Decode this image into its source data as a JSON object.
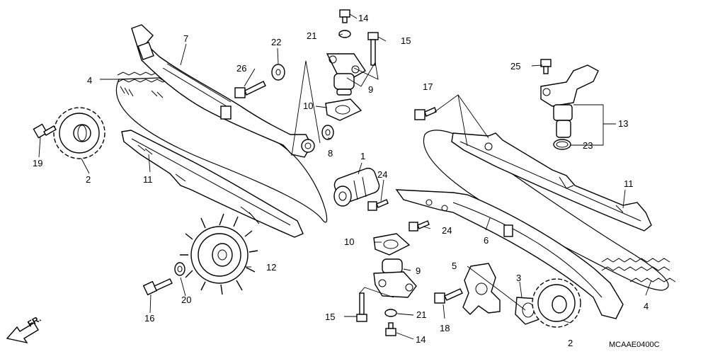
{
  "diagram_code": "MCAAE0400C",
  "direction_label": "FR.",
  "callouts": [
    {
      "id": "c1",
      "label": "1"
    },
    {
      "id": "c2a",
      "label": "2"
    },
    {
      "id": "c2b",
      "label": "2"
    },
    {
      "id": "c3",
      "label": "3"
    },
    {
      "id": "c4a",
      "label": "4"
    },
    {
      "id": "c4b",
      "label": "4"
    },
    {
      "id": "c5",
      "label": "5"
    },
    {
      "id": "c6",
      "label": "6"
    },
    {
      "id": "c7",
      "label": "7"
    },
    {
      "id": "c8",
      "label": "8"
    },
    {
      "id": "c9a",
      "label": "9"
    },
    {
      "id": "c9b",
      "label": "9"
    },
    {
      "id": "c10a",
      "label": "10"
    },
    {
      "id": "c10b",
      "label": "10"
    },
    {
      "id": "c11a",
      "label": "11"
    },
    {
      "id": "c11b",
      "label": "11"
    },
    {
      "id": "c12",
      "label": "12"
    },
    {
      "id": "c13",
      "label": "13"
    },
    {
      "id": "c14a",
      "label": "14"
    },
    {
      "id": "c14b",
      "label": "14"
    },
    {
      "id": "c15a",
      "label": "15"
    },
    {
      "id": "c15b",
      "label": "15"
    },
    {
      "id": "c16",
      "label": "16"
    },
    {
      "id": "c17",
      "label": "17"
    },
    {
      "id": "c18",
      "label": "18"
    },
    {
      "id": "c19",
      "label": "19"
    },
    {
      "id": "c20",
      "label": "20"
    },
    {
      "id": "c21a",
      "label": "21"
    },
    {
      "id": "c21b",
      "label": "21"
    },
    {
      "id": "c22",
      "label": "22"
    },
    {
      "id": "c23",
      "label": "23"
    },
    {
      "id": "c24a",
      "label": "24"
    },
    {
      "id": "c24b",
      "label": "24"
    },
    {
      "id": "c25",
      "label": "25"
    },
    {
      "id": "c26",
      "label": "26"
    }
  ]
}
